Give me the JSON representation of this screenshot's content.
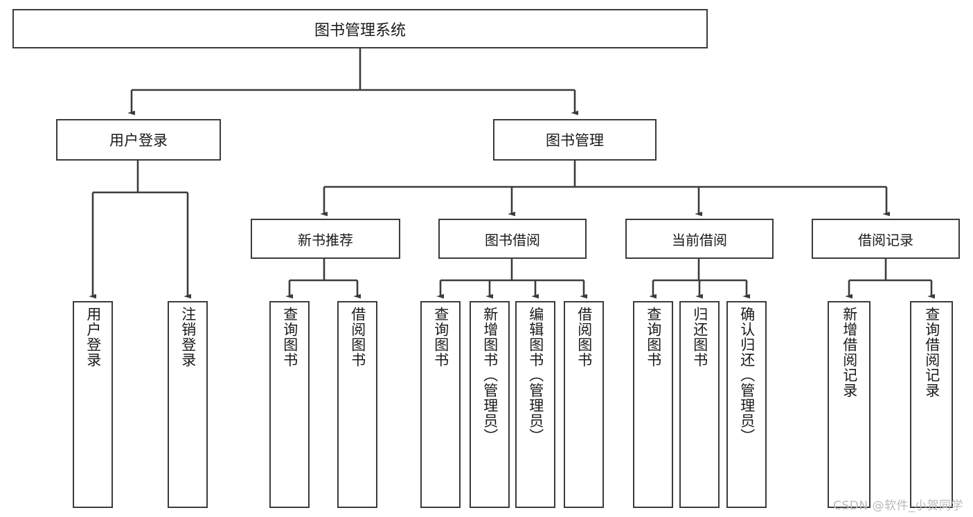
{
  "diagram": {
    "title": "图书管理系统",
    "type": "tree",
    "colors": {
      "stroke": "#3b3b3b",
      "fill": "#ffffff",
      "text": "#1a1a1a",
      "watermark": "#b9b9b9"
    },
    "root": {
      "label": "图书管理系统"
    },
    "level1": [
      {
        "label": "用户登录"
      },
      {
        "label": "图书管理"
      }
    ],
    "level2": [
      {
        "label": "新书推荐"
      },
      {
        "label": "图书借阅"
      },
      {
        "label": "当前借阅"
      },
      {
        "label": "借阅记录"
      }
    ],
    "leaves": {
      "user_login": [
        {
          "label": "用户登录"
        },
        {
          "label": "注销登录"
        }
      ],
      "new_book_recommend": [
        {
          "label": "查询图书"
        },
        {
          "label": "借阅图书"
        }
      ],
      "book_borrow": [
        {
          "label": "查询图书"
        },
        {
          "label": "新增图书（管理员）"
        },
        {
          "label": "编辑图书（管理员）"
        },
        {
          "label": "借阅图书"
        }
      ],
      "current_borrow": [
        {
          "label": "查询图书"
        },
        {
          "label": "归还图书"
        },
        {
          "label": "确认归还（管理员）"
        }
      ],
      "borrow_record": [
        {
          "label": "新增借阅记录"
        },
        {
          "label": "查询借阅记录"
        }
      ]
    }
  },
  "watermark": {
    "text": "CSDN @软件_小贺同学"
  }
}
